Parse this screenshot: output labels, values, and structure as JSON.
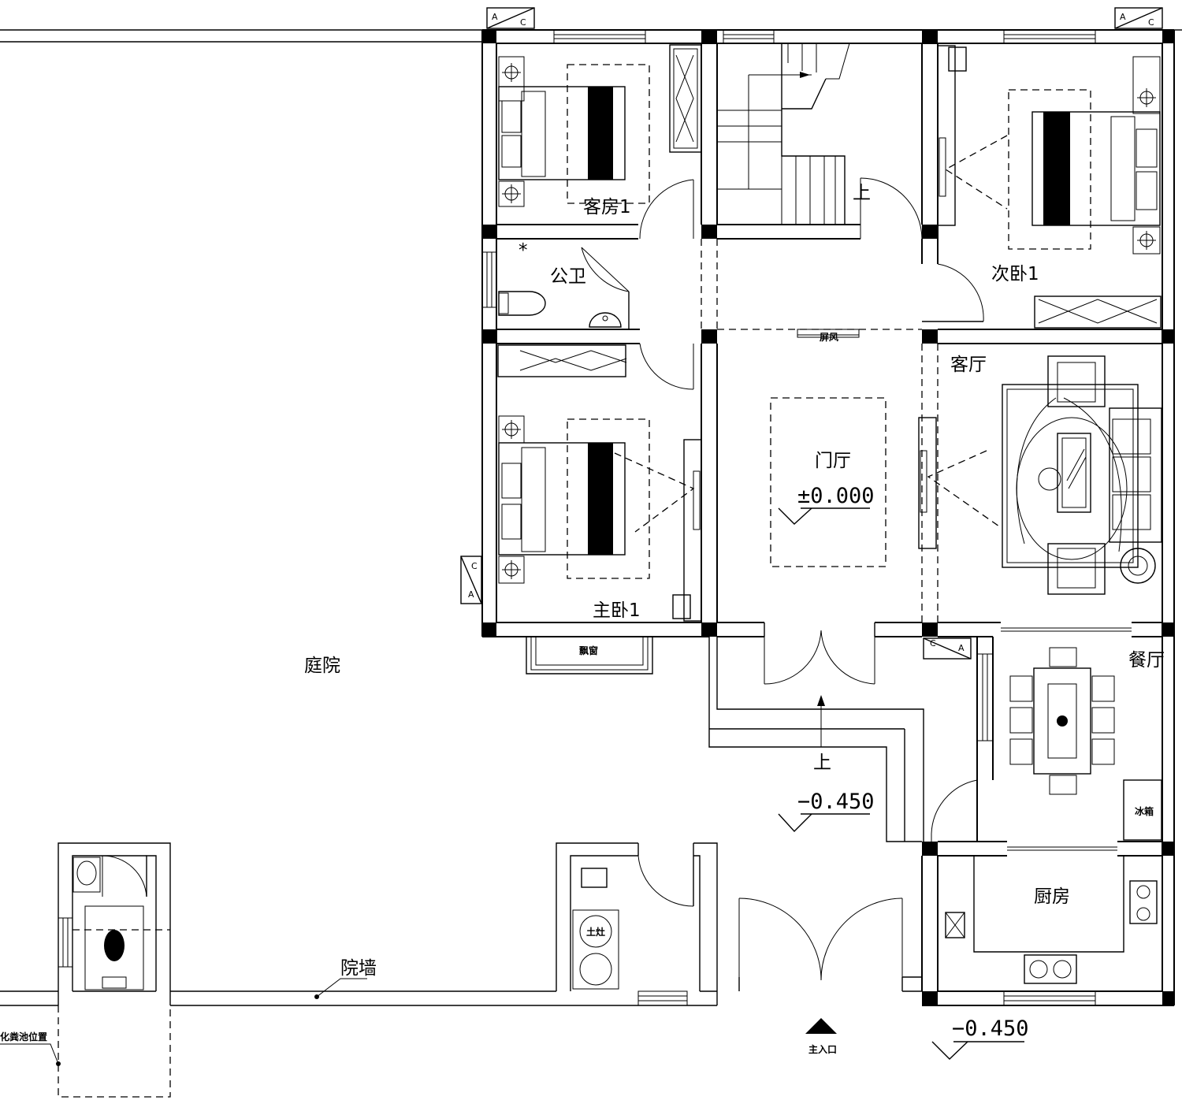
{
  "rooms": {
    "guest_room": "客房1",
    "public_wc": "公卫",
    "master_bedroom": "主卧1",
    "bay_window": "飘窗",
    "foyer": "门厅",
    "screen": "屏风",
    "second_bedroom": "次卧1",
    "living_room": "客厅",
    "dining_room": "餐厅",
    "kitchen": "厨房",
    "courtyard": "庭院",
    "courtyard_wall": "院墙",
    "septic_tank": "化粪池位置",
    "fridge": "冰箱",
    "stove": "土灶",
    "main_entrance": "主入口"
  },
  "levels": {
    "foyer_level": "±0.000",
    "entry_level": "−0.450",
    "outside_level": "−0.450"
  },
  "stair_up_label": "上",
  "section_tag": {
    "a": "A",
    "c": "C"
  }
}
